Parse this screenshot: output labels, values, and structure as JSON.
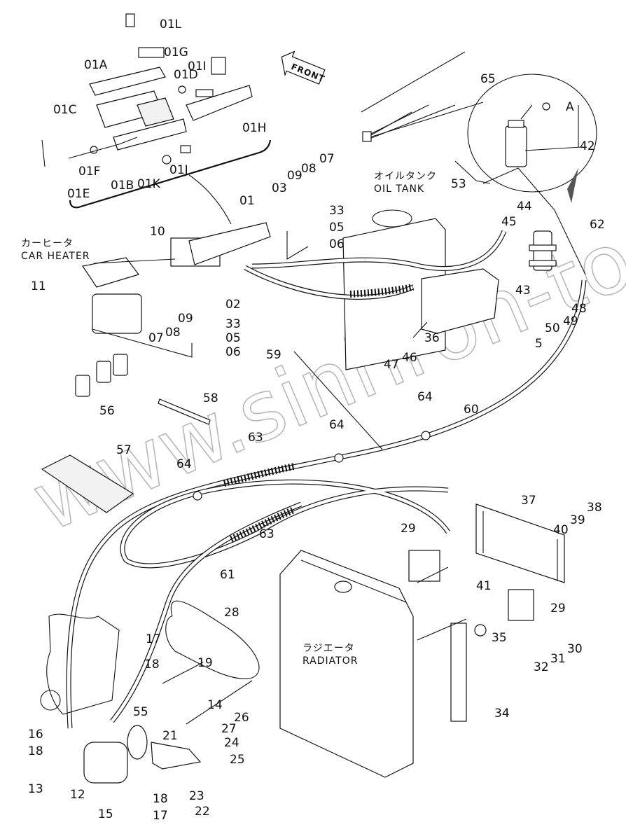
{
  "diagram": {
    "kind": "exploded parts diagram",
    "subject": "air conditioner / car heater installation",
    "watermark": "www.sinhron-too.kz",
    "front_marker": "FRONT",
    "captions": [
      {
        "id": "car-heater",
        "jp": "カーヒータ",
        "en": "CAR HEATER"
      },
      {
        "id": "oil-tank",
        "jp": "オイルタンク",
        "en": "OIL TANK"
      },
      {
        "id": "radiator",
        "jp": "ラジエータ",
        "en": "RADIATOR"
      }
    ],
    "callouts": [
      {
        "id": "01L",
        "text": "01L"
      },
      {
        "id": "01A",
        "text": "01A"
      },
      {
        "id": "01G",
        "text": "01G"
      },
      {
        "id": "01D",
        "text": "01D"
      },
      {
        "id": "01I",
        "text": "01I"
      },
      {
        "id": "01C",
        "text": "01C"
      },
      {
        "id": "01H",
        "text": "01H"
      },
      {
        "id": "01F",
        "text": "01F"
      },
      {
        "id": "01E",
        "text": "01E"
      },
      {
        "id": "01B",
        "text": "01B"
      },
      {
        "id": "01K",
        "text": "01K"
      },
      {
        "id": "01J",
        "text": "01J"
      },
      {
        "id": "01",
        "text": "01"
      },
      {
        "id": "10",
        "text": "10"
      },
      {
        "id": "11",
        "text": "11"
      },
      {
        "id": "02",
        "text": "02"
      },
      {
        "id": "07a",
        "text": "07"
      },
      {
        "id": "08a",
        "text": "08"
      },
      {
        "id": "09a",
        "text": "09"
      },
      {
        "id": "33a",
        "text": "33"
      },
      {
        "id": "05a",
        "text": "05"
      },
      {
        "id": "06a",
        "text": "06"
      },
      {
        "id": "03",
        "text": "03"
      },
      {
        "id": "09b",
        "text": "09"
      },
      {
        "id": "08b",
        "text": "08"
      },
      {
        "id": "07b",
        "text": "07"
      },
      {
        "id": "33b",
        "text": "33"
      },
      {
        "id": "05b",
        "text": "05"
      },
      {
        "id": "06b",
        "text": "06"
      },
      {
        "id": "56",
        "text": "56"
      },
      {
        "id": "58",
        "text": "58"
      },
      {
        "id": "57",
        "text": "57"
      },
      {
        "id": "59",
        "text": "59"
      },
      {
        "id": "60",
        "text": "60"
      },
      {
        "id": "64a",
        "text": "64"
      },
      {
        "id": "64b",
        "text": "64"
      },
      {
        "id": "64c",
        "text": "64"
      },
      {
        "id": "63a",
        "text": "63"
      },
      {
        "id": "63b",
        "text": "63"
      },
      {
        "id": "61",
        "text": "61"
      },
      {
        "id": "65",
        "text": "65"
      },
      {
        "id": "A",
        "text": "A"
      },
      {
        "id": "42",
        "text": "42"
      },
      {
        "id": "53",
        "text": "53"
      },
      {
        "id": "44",
        "text": "44"
      },
      {
        "id": "45",
        "text": "45"
      },
      {
        "id": "62",
        "text": "62"
      },
      {
        "id": "43",
        "text": "43"
      },
      {
        "id": "48",
        "text": "48"
      },
      {
        "id": "49",
        "text": "49"
      },
      {
        "id": "50",
        "text": "50"
      },
      {
        "id": "51",
        "text": "5"
      },
      {
        "id": "36",
        "text": "36"
      },
      {
        "id": "47",
        "text": "47"
      },
      {
        "id": "46",
        "text": "46"
      },
      {
        "id": "37",
        "text": "37"
      },
      {
        "id": "38",
        "text": "38"
      },
      {
        "id": "39",
        "text": "39"
      },
      {
        "id": "40",
        "text": "40"
      },
      {
        "id": "29a",
        "text": "29"
      },
      {
        "id": "29b",
        "text": "29"
      },
      {
        "id": "41",
        "text": "41"
      },
      {
        "id": "35",
        "text": "35"
      },
      {
        "id": "30",
        "text": "30"
      },
      {
        "id": "31",
        "text": "31"
      },
      {
        "id": "32",
        "text": "32"
      },
      {
        "id": "34",
        "text": "34"
      },
      {
        "id": "28",
        "text": "28"
      },
      {
        "id": "17a",
        "text": "17"
      },
      {
        "id": "18a",
        "text": "18"
      },
      {
        "id": "19",
        "text": "19"
      },
      {
        "id": "14",
        "text": "14"
      },
      {
        "id": "55",
        "text": "55"
      },
      {
        "id": "16",
        "text": "16"
      },
      {
        "id": "18b",
        "text": "18"
      },
      {
        "id": "13",
        "text": "13"
      },
      {
        "id": "12",
        "text": "12"
      },
      {
        "id": "15",
        "text": "15"
      },
      {
        "id": "18c",
        "text": "18"
      },
      {
        "id": "17b",
        "text": "17"
      },
      {
        "id": "21",
        "text": "21"
      },
      {
        "id": "26",
        "text": "26"
      },
      {
        "id": "27",
        "text": "27"
      },
      {
        "id": "24",
        "text": "24"
      },
      {
        "id": "25",
        "text": "25"
      },
      {
        "id": "23",
        "text": "23"
      },
      {
        "id": "22",
        "text": "22"
      }
    ]
  }
}
